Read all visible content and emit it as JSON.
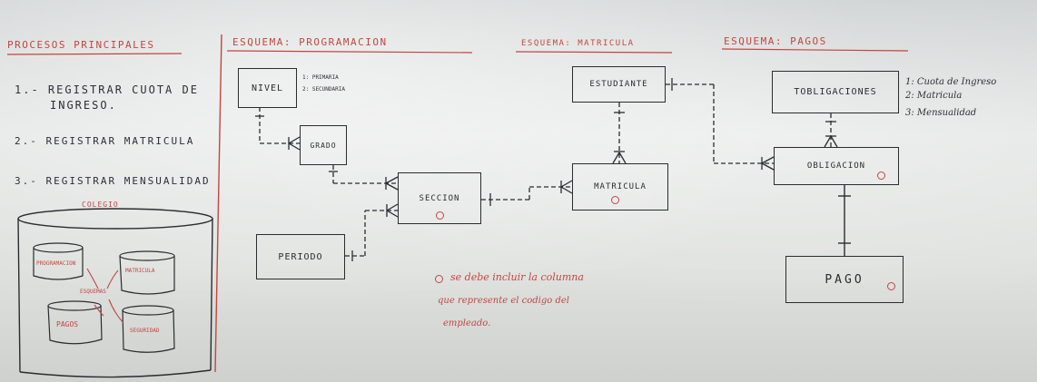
{
  "headers": {
    "procesos": "PROCESOS PRINCIPALES",
    "programacion": "ESQUEMA: PROGRAMACION",
    "matricula": "ESQUEMA: MATRICULA",
    "pagos": "ESQUEMA: PAGOS"
  },
  "procesos": {
    "item1_line1": "1.- REGISTRAR CUOTA DE",
    "item1_line2": "INGRESO.",
    "item2": "2.- REGISTRAR MATRICULA",
    "item3": "3.- REGISTRAR MENSUALIDAD"
  },
  "colegio": {
    "label": "COLEGIO",
    "db_programacion": "PROGRAMACION",
    "db_matricula": "MATRICULA",
    "db_pagos": "PAGOS",
    "db_seguridad": "SEGURIDAD",
    "esquemas": "ESQUEMAS"
  },
  "entities": {
    "nivel": "NIVEL",
    "grado": "GRADO",
    "seccion": "SECCION",
    "periodo": "PERIODO",
    "estudiante": "ESTUDIANTE",
    "matricula": "MATRICULA",
    "tobligaciones": "TOBLIGACIONES",
    "obligacion": "OBLIGACION",
    "pago": "PAGO"
  },
  "nivel_notes": [
    "1: PRIMARIA",
    "2: SECUNDARIA"
  ],
  "obligacion_types": [
    "1: Cuota de Ingreso",
    "2: Matricula",
    "3: Mensualidad"
  ],
  "note_lines": [
    "se debe incluir la columna",
    "que represente el codigo del",
    "empleado."
  ]
}
